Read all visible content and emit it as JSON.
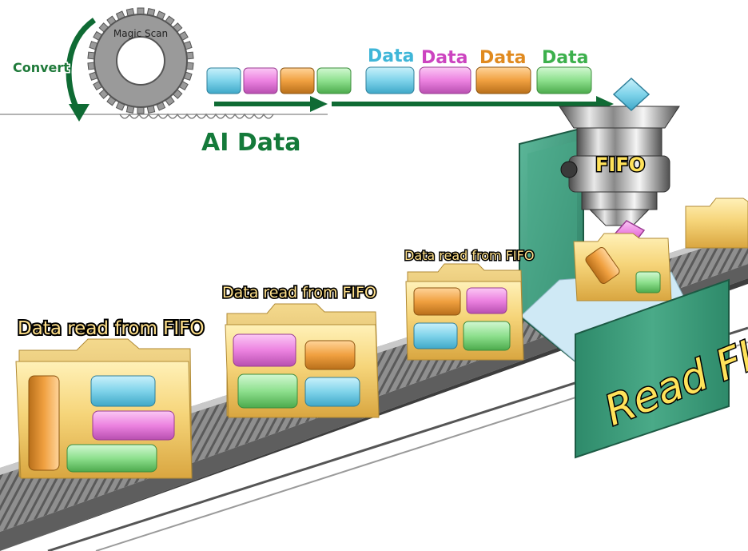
{
  "gear": {
    "caption": "Magic Scan",
    "convert_label": "Convert"
  },
  "stream": {
    "ai_data_label": "AI Data"
  },
  "data_labels": [
    "Data",
    "Data",
    "Data",
    "Data"
  ],
  "folders": {
    "label_1": "Data read from FIFO",
    "label_2": "Data read from FIFO",
    "label_3": "Data read from FIFO"
  },
  "fifo": {
    "label": "FIFO"
  },
  "station": {
    "label": "Read FIFO"
  },
  "colors": {
    "blue": "#7fd3ea",
    "pink": "#ec82e0",
    "orange": "#f0a040",
    "green": "#8ee08e",
    "arrow_green": "#0f6b34",
    "station_green": "#3d9c7c",
    "folder_yellow": "#f3cf6a"
  }
}
